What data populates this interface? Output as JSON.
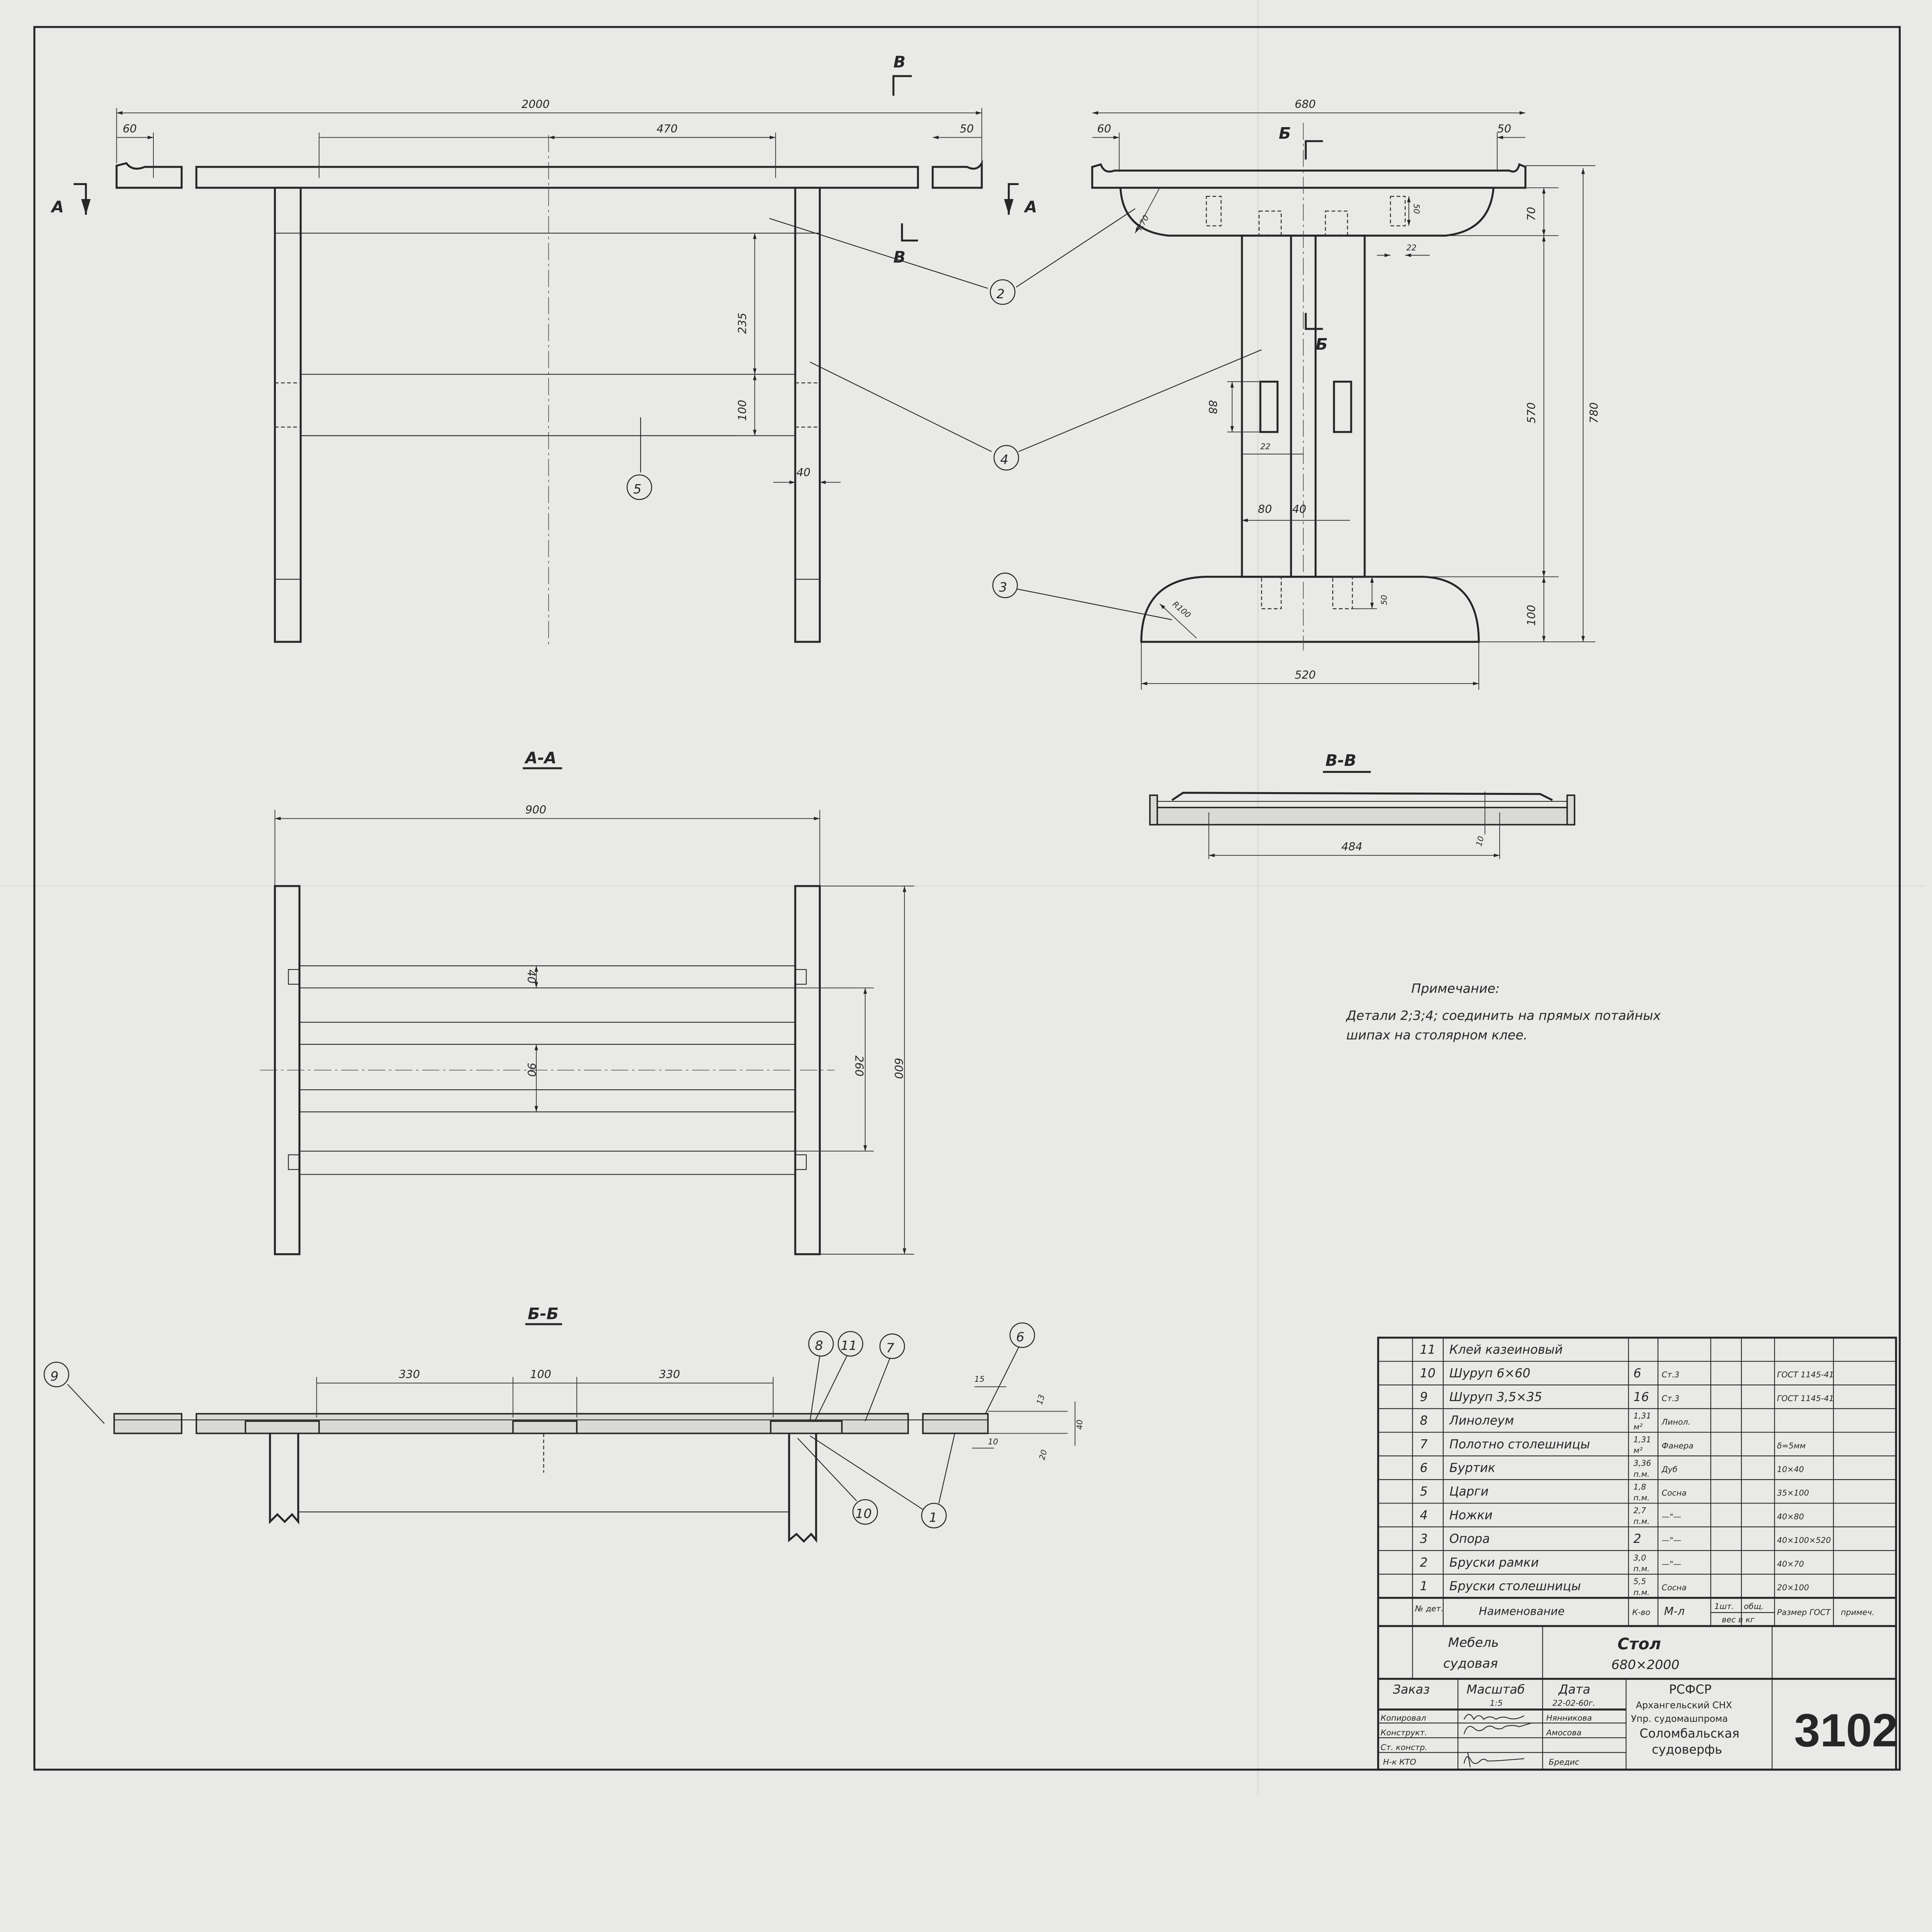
{
  "sheet_number": "3102",
  "front_view": {
    "section_mark_a": "А",
    "section_mark_v": "В",
    "dims": {
      "overall": "2000",
      "left": "60",
      "spacing": "470",
      "right": "50",
      "upper": "235",
      "rail": "100",
      "leg": "40"
    }
  },
  "side_view": {
    "section_mark_b": "Б",
    "dims": {
      "width": "680",
      "left": "60",
      "right": "50",
      "height": "780",
      "frame": "70",
      "leg_height": "570",
      "base": "100",
      "base_width": "520",
      "r_top": "R70",
      "r_base": "R100",
      "tenon_top": "50",
      "tenon_offset": "22",
      "mortise_h": "88",
      "mortise_w": "22",
      "leg_w": "80",
      "gap": "40",
      "tenon_base": "50"
    }
  },
  "section_aa": {
    "title": "А-А",
    "dims": {
      "overall": "900",
      "slat": "40",
      "spacing": "90",
      "inner": "260",
      "depth": "600"
    }
  },
  "section_bb": {
    "title": "Б-Б",
    "dims": {
      "a": "330",
      "b": "100",
      "c": "330",
      "d15": "15",
      "d13": "13",
      "d20": "20",
      "d40": "40",
      "d10": "10"
    }
  },
  "section_vv": {
    "title": "В-В",
    "dims": {
      "span": "484",
      "offset": "10"
    }
  },
  "balloons": {
    "front": [
      "2",
      "4",
      "5",
      "3"
    ],
    "bb": [
      "9",
      "8",
      "11",
      "7",
      "6",
      "10",
      "1"
    ]
  },
  "note": {
    "title": "Примечание:",
    "lines": [
      "Детали 2;3;4; соединить на прямых потайных",
      "шипах на столярном клее."
    ]
  },
  "specification": {
    "headers": {
      "no": "№ дет.",
      "name": "Наименование",
      "qty": "К-во",
      "material": "М-л",
      "unit_weight": "1шт.",
      "total_weight": "общ.",
      "weight_label": "вес в кг",
      "size": "Размер ГОСТ",
      "note": "примеч."
    },
    "rows": [
      {
        "no": "11",
        "name": "Клей казеиновый",
        "qty": "",
        "unit": "",
        "material": "",
        "size": ""
      },
      {
        "no": "10",
        "name": "Шуруп 6×60",
        "qty": "6",
        "unit": "",
        "material": "Ст.3",
        "size": "ГОСТ 1145-41"
      },
      {
        "no": "9",
        "name": "Шуруп 3,5×35",
        "qty": "16",
        "unit": "",
        "material": "Ст.3",
        "size": "ГОСТ 1145-41"
      },
      {
        "no": "8",
        "name": "Линолеум",
        "qty": "1,31",
        "unit": "м²",
        "material": "Линол.",
        "size": ""
      },
      {
        "no": "7",
        "name": "Полотно столешницы",
        "qty": "1,31",
        "unit": "м²",
        "material": "Фанера",
        "size": "δ=5мм"
      },
      {
        "no": "6",
        "name": "Буртик",
        "qty": "3,36",
        "unit": "п.м.",
        "material": "Дуб",
        "size": "10×40"
      },
      {
        "no": "5",
        "name": "Царги",
        "qty": "1,8",
        "unit": "п.м.",
        "material": "Сосна",
        "size": "35×100"
      },
      {
        "no": "4",
        "name": "Ножки",
        "qty": "2,7",
        "unit": "п.м.",
        "material": "—\"—",
        "size": "40×80"
      },
      {
        "no": "3",
        "name": "Опора",
        "qty": "2",
        "unit": "",
        "material": "—\"—",
        "size": "40×100×520"
      },
      {
        "no": "2",
        "name": "Бруски рамки",
        "qty": "3,0",
        "unit": "п.м.",
        "material": "—\"—",
        "size": "40×70"
      },
      {
        "no": "1",
        "name": "Бруски столешницы",
        "qty": "5,5",
        "unit": "п.м.",
        "material": "Сосна",
        "size": "20×100"
      }
    ]
  },
  "title_block": {
    "category": [
      "Мебель",
      "судовая"
    ],
    "product": [
      "Стол",
      "680×2000"
    ],
    "order_label": "Заказ",
    "scale_label": "Масштаб",
    "scale": "1:5",
    "date_label": "Дата",
    "date": "22-02-60г.",
    "roles": [
      {
        "role": "Копировал",
        "name": "Нянникова"
      },
      {
        "role": "Конструкт.",
        "name": "Амосова"
      },
      {
        "role": "Ст. констр.",
        "name": ""
      },
      {
        "role": "Н-к КТО",
        "name": "Бредис"
      }
    ],
    "organization": [
      "РСФСР",
      "Архангельский СНХ",
      "Упр. судомашпрома",
      "Соломбальская",
      "судоверфь"
    ]
  }
}
